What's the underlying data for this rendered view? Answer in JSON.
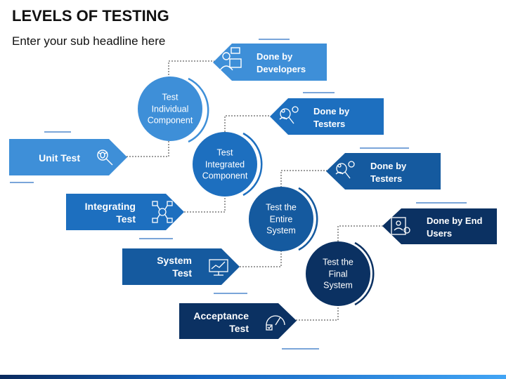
{
  "header": {
    "title": "LEVELS OF TESTING",
    "subtitle": "Enter your sub headline here"
  },
  "colors": {
    "level1": "#3e8fd8",
    "level2": "#1d6fbf",
    "level3": "#155a9f",
    "level4": "#10447e",
    "level5": "#0b3162"
  },
  "levels": [
    {
      "test": "Unit Test",
      "circle": [
        "Test",
        "Individual",
        "Component"
      ],
      "done_by": [
        "Done by",
        "Developers"
      ],
      "test_icon": "bug-search-icon",
      "done_icon": "developer-icon"
    },
    {
      "test": [
        "Integrating",
        "Test"
      ],
      "circle": [
        "Test",
        "Integrated",
        "Component"
      ],
      "done_by": [
        "Done by",
        "Testers"
      ],
      "test_icon": "network-icon",
      "done_icon": "tester-icon"
    },
    {
      "test": [
        "System",
        "Test"
      ],
      "circle": [
        "Test the",
        "Entire",
        "System"
      ],
      "done_by": [
        "Done by",
        "Testers"
      ],
      "test_icon": "monitor-chart-icon",
      "done_icon": "tester-icon"
    },
    {
      "test": [
        "Acceptance",
        "Test"
      ],
      "circle": [
        "Test the",
        "Final",
        "System"
      ],
      "done_by": [
        "Done by End",
        "Users"
      ],
      "test_icon": "gauge-check-icon",
      "done_icon": "end-user-icon"
    }
  ]
}
